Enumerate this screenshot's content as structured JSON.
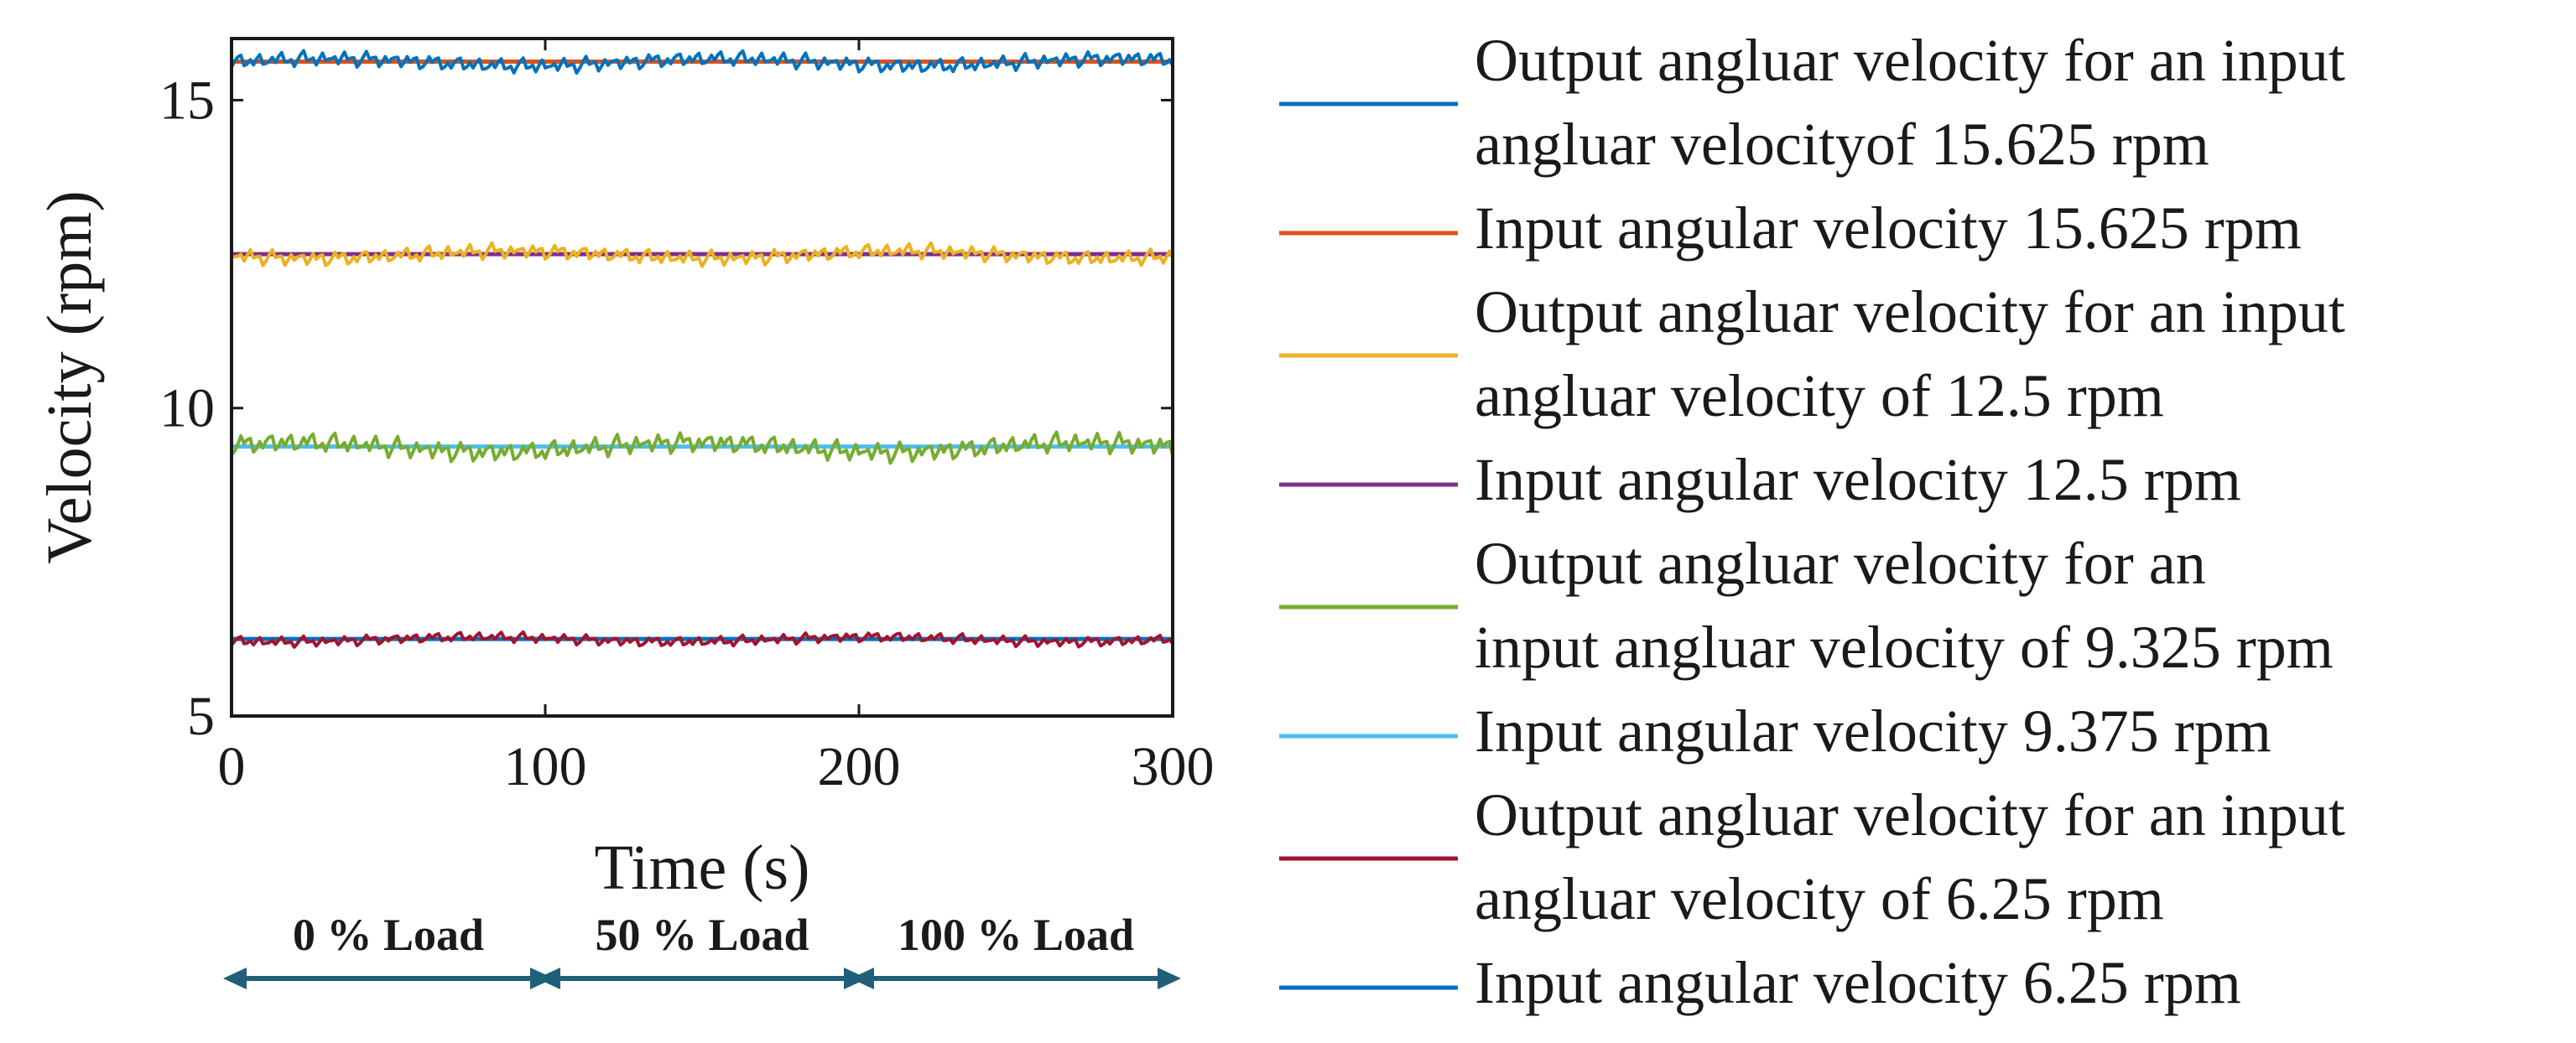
{
  "chart_data": {
    "type": "line",
    "xlabel": "Time (s)",
    "ylabel": "Velocity (rpm)",
    "xlim": [
      0,
      300
    ],
    "ylim": [
      5,
      16
    ],
    "xticks": [
      0,
      100,
      200,
      300
    ],
    "yticks": [
      5,
      10,
      15
    ],
    "grid": false,
    "legend_position": "right, outside plot",
    "series": [
      {
        "name": "Output angluar velocity for an input angluar velocityof 15.625 rpm",
        "legend_lines": [
          "Output angluar velocity for an input",
          "angluar velocityof 15.625 rpm"
        ],
        "kind": "output",
        "level": 15.625,
        "amplitude": 0.15,
        "color": "#0072BD"
      },
      {
        "name": "Input angular velocity 15.625 rpm",
        "legend_lines": [
          "Input angular velocity 15.625 rpm"
        ],
        "kind": "input",
        "level": 15.625,
        "color": "#D95319"
      },
      {
        "name": "Output angluar velocity for an  input angluar velocity of 12.5 rpm",
        "legend_lines": [
          "Output angluar velocity for an  input",
          "angluar velocity of 12.5 rpm"
        ],
        "kind": "output",
        "level": 12.5,
        "amplitude": 0.15,
        "color": "#EDB120"
      },
      {
        "name": "Input angular velocity 12.5 rpm",
        "legend_lines": [
          "Input angular velocity 12.5 rpm"
        ],
        "kind": "input",
        "level": 12.5,
        "color": "#7E2F8E"
      },
      {
        "name": "Output angluar velocity for an input angluar velocity of 9.325 rpm",
        "legend_lines": [
          "Output angluar velocity for an",
          "input angluar velocity of 9.325 rpm"
        ],
        "kind": "output",
        "level": 9.375,
        "amplitude": 0.2,
        "color": "#77AC30"
      },
      {
        "name": "Input angular velocity 9.375 rpm",
        "legend_lines": [
          "Input angular velocity 9.375 rpm"
        ],
        "kind": "input",
        "level": 9.375,
        "color": "#4DBEEE"
      },
      {
        "name": "Output angluar velocity for an  input angluar velocity of 6.25 rpm",
        "legend_lines": [
          "Output angluar velocity for an  input",
          "angluar velocity of 6.25 rpm"
        ],
        "kind": "output",
        "level": 6.25,
        "amplitude": 0.1,
        "color": "#A2142F"
      },
      {
        "name": "Input angular velocity 6.25 rpm",
        "legend_lines": [
          "Input angular velocity 6.25 rpm"
        ],
        "kind": "input",
        "level": 6.25,
        "color": "#0072BD"
      }
    ],
    "load_segments": [
      {
        "label": "0 % Load",
        "start": 0,
        "end": 100
      },
      {
        "label": "50 % Load",
        "start": 100,
        "end": 200
      },
      {
        "label": "100 % Load",
        "start": 200,
        "end": 300
      }
    ],
    "load_arrow_color": "#1F5F7A"
  }
}
